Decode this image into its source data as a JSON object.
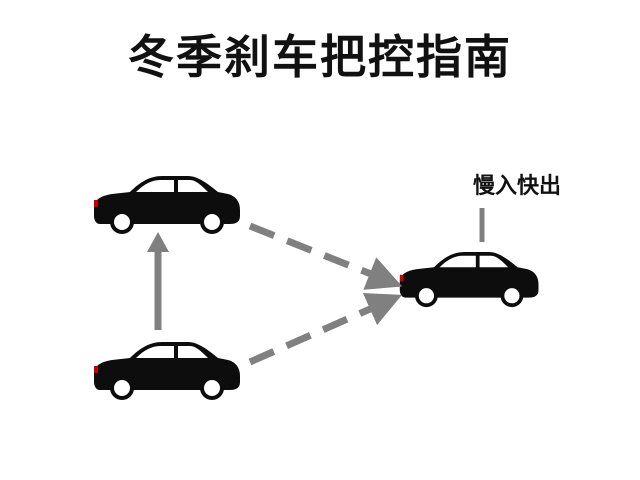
{
  "title": "冬季刹车把控指南",
  "label": "慢入快出",
  "colors": {
    "car": "#0d0d0d",
    "wheel": "#ffffff",
    "arrow": "#808080",
    "text": "#111111"
  },
  "icons": [
    "car-icon",
    "solid-arrow-up",
    "dashed-arrow-right"
  ]
}
